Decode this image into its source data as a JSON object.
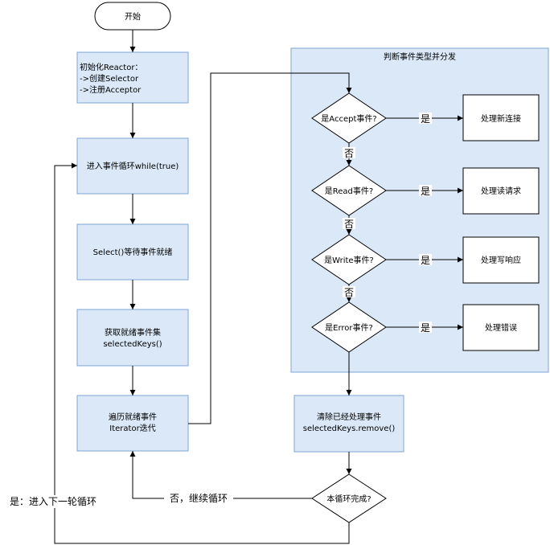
{
  "flowchart": {
    "start": "开始",
    "init": {
      "line1": "初始化Reactor：",
      "line2": "->创建Selector",
      "line3": "->注册Acceptor"
    },
    "loop": "进入事件循环while(true)",
    "select": "Select()等待事件就绪",
    "get_keys": {
      "line1": "获取就绪事件集",
      "line2": "selectedKeys()"
    },
    "iterate": {
      "line1": "遍历就绪事件",
      "line2": "Iterator迭代"
    },
    "dispatch_frame_title": "判断事件类型并分发",
    "decisions": [
      {
        "question": "是Accept事件?",
        "yes": "是",
        "no": "否",
        "handler": "处理新连接"
      },
      {
        "question": "是Read事件?",
        "yes": "是",
        "no": "否",
        "handler": "处理读请求"
      },
      {
        "question": "是Write事件?",
        "yes": "是",
        "no": "否",
        "handler": "处理写响应"
      },
      {
        "question": "是Error事件?",
        "yes": "是",
        "handler": "处理错误"
      }
    ],
    "cleanup": {
      "line1": "清除已经处理事件",
      "line2": "selectedKeys.remove()"
    },
    "loop_done": "本循环完成?",
    "no_continue": "否，继续循环",
    "yes_next": "是：进入下一轮循环"
  }
}
